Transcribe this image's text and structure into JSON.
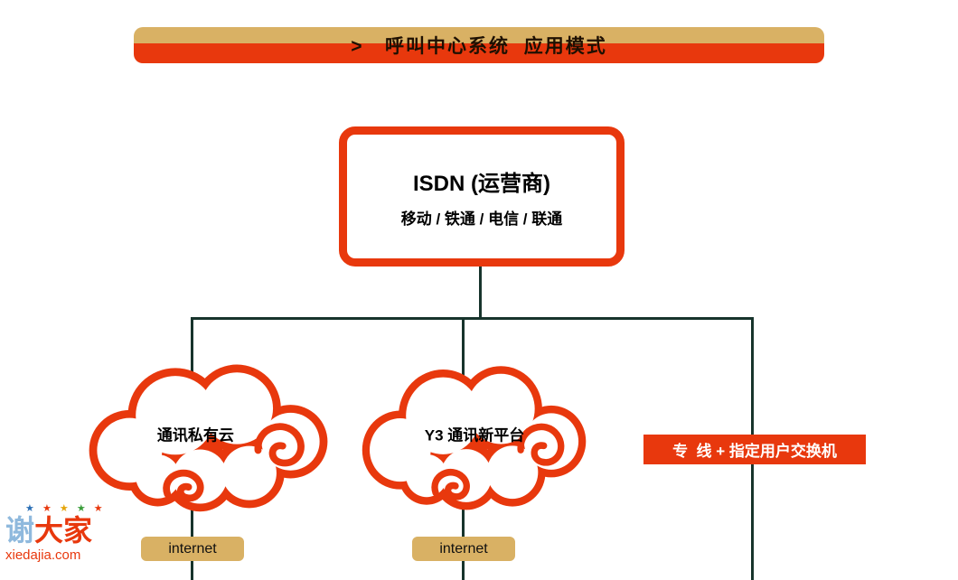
{
  "banner": {
    "title": ">   呼叫中心系统  应用模式"
  },
  "isdn_box": {
    "title": "ISDN (运营商)",
    "subtitle": "移动 / 铁通 / 电信 / 联通"
  },
  "clouds": [
    {
      "label": "通讯私有云"
    },
    {
      "label": "Y3 通讯新平台"
    }
  ],
  "dedicated_line": {
    "label": "专  线 + 指定用户交换机"
  },
  "internet_badges": [
    {
      "label": "internet"
    },
    {
      "label": "internet"
    }
  ],
  "watermark": {
    "brand_first": "谢",
    "brand_rest": "大家",
    "site": "xiedajia.com"
  },
  "icons": {
    "star": "★"
  },
  "colors": {
    "red": "#e8380d",
    "tan": "#d9b164",
    "line": "#17342c"
  }
}
